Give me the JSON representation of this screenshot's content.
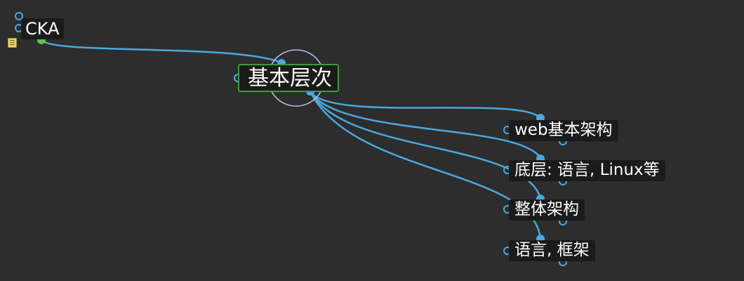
{
  "colors": {
    "background": "#2d2d2d",
    "node_fill": "#1b1b1b",
    "connector": "#4aa8e0",
    "selection_border": "#3c9a3c",
    "root_handle": "#5fc24a"
  },
  "mindmap": {
    "root": {
      "label": "CKA",
      "icon": "note-icon"
    },
    "main": {
      "label": "基本层次"
    },
    "children": [
      {
        "label": "web基本架构"
      },
      {
        "label": "底层: 语言, Linux等"
      },
      {
        "label": "整体架构"
      },
      {
        "label": "语言, 框架"
      }
    ]
  }
}
